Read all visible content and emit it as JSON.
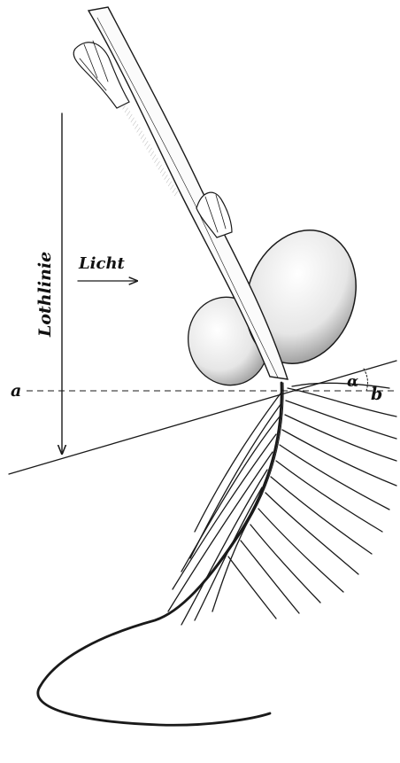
{
  "labels": {
    "plumb_line": "Lothlinie",
    "light": "Licht",
    "point_a": "a",
    "point_b": "b",
    "angle": "α"
  },
  "colors": {
    "ink": "#1a1a1a",
    "paper": "#ffffff"
  }
}
